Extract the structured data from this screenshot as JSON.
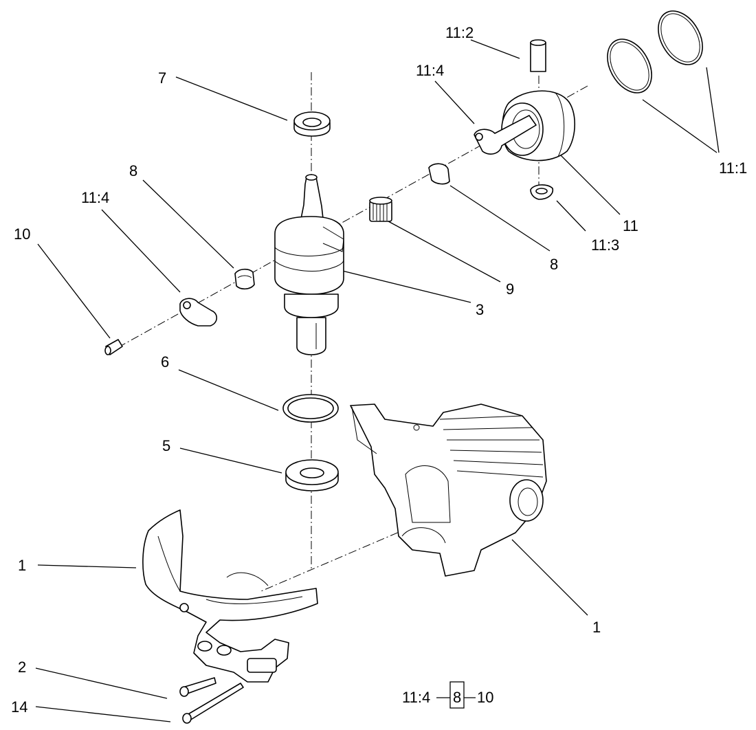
{
  "callouts": {
    "c1_left": "1",
    "c1_right": "1",
    "c2": "2",
    "c3": "3",
    "c5": "5",
    "c6": "6",
    "c7": "7",
    "c8_left": "8",
    "c8_right": "8",
    "c9": "9",
    "c10": "10",
    "c11": "11",
    "c11_1": "11:1",
    "c11_2": "11:2",
    "c11_3": "11:3",
    "c11_4_top": "11:4",
    "c11_4_left": "11:4",
    "c14": "14"
  },
  "legend": {
    "left": "11:4",
    "boxed": "8",
    "right": "10"
  },
  "icons": [
    "crankshaft",
    "crankcase-half",
    "cylinder-block",
    "piston",
    "piston-ring",
    "piston-pin",
    "connecting-rod",
    "needle-bearing",
    "thrust-washer",
    "seal-ring",
    "retaining-clip",
    "bolt"
  ]
}
